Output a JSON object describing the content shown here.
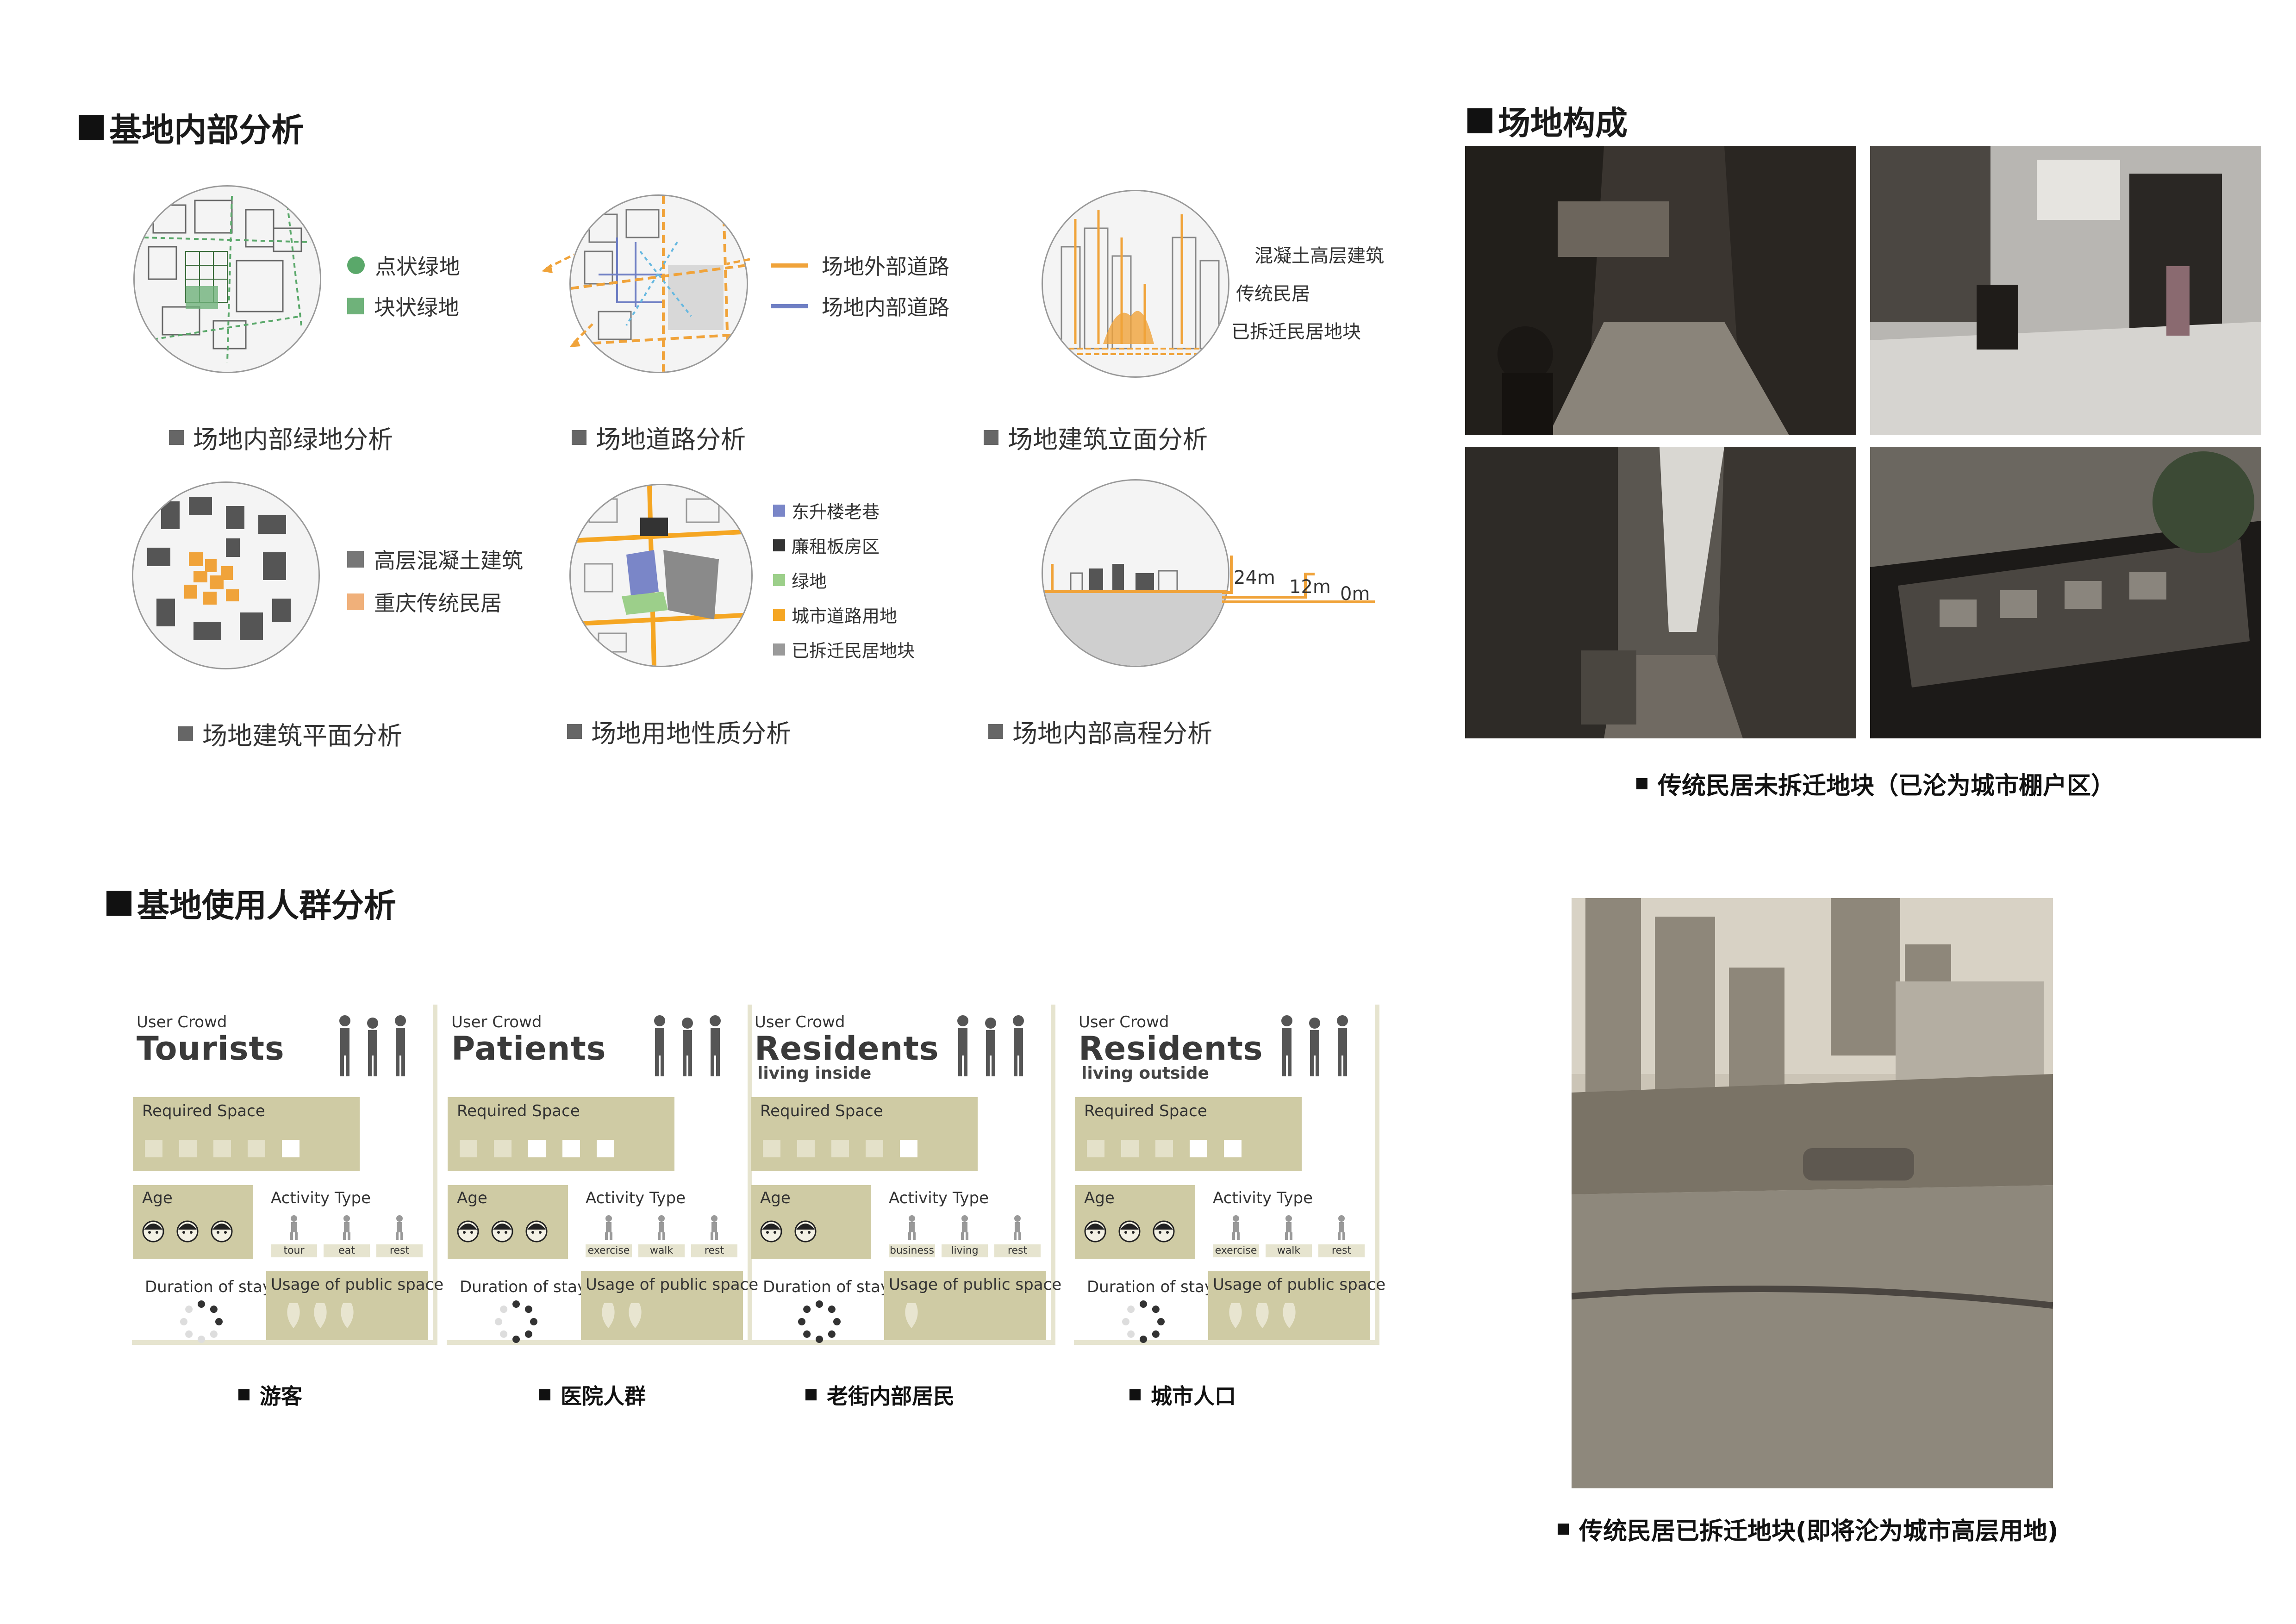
{
  "sections": {
    "internal_analysis": "基地内部分析",
    "site_composition": "场地构成",
    "crowd_analysis": "基地使用人群分析"
  },
  "diagrams": {
    "green": {
      "caption": "场地内部绿地分析",
      "legend": [
        {
          "label": "点状绿地",
          "color": "#5aa86a"
        },
        {
          "label": "块状绿地",
          "color": "#6fb27a"
        }
      ]
    },
    "road": {
      "caption": "场地道路分析",
      "legend": [
        {
          "label": "场地外部道路",
          "color": "#f0a33a"
        },
        {
          "label": "场地内部道路",
          "color": "#6f7fc4"
        }
      ]
    },
    "elevation": {
      "caption": "场地建筑立面分析",
      "labels": [
        "混凝土高层建筑",
        "传统民居",
        "已拆迁民居地块"
      ]
    },
    "plan": {
      "caption": "场地建筑平面分析",
      "legend": [
        {
          "label": "高层混凝土建筑",
          "color": "#777777"
        },
        {
          "label": "重庆传统民居",
          "color": "#f0b07a"
        }
      ]
    },
    "landuse": {
      "caption": "场地用地性质分析",
      "legend": [
        {
          "label": "东升楼老巷",
          "color": "#7a86c8"
        },
        {
          "label": "廉租板房区",
          "color": "#333333"
        },
        {
          "label": "绿地",
          "color": "#9ccf8a"
        },
        {
          "label": "城市道路用地",
          "color": "#f5a623"
        },
        {
          "label": "已拆迁民居地块",
          "color": "#9a9a9a"
        }
      ]
    },
    "height": {
      "caption": "场地内部高程分析",
      "levels": [
        "24m",
        "12m",
        "0m"
      ]
    }
  },
  "photos": {
    "slum_caption": "传统民居未拆迁地块（已沦为城市棚户区）",
    "demolished_caption": "传统民居已拆迁地块(即将沦为城市高层用地)"
  },
  "crowds": [
    {
      "user_crowd": "User Crowd",
      "name": "Tourists",
      "sub": "",
      "required_space": "Required Space",
      "req_on": 1,
      "age": "Age",
      "faces": 3,
      "activity_type": "Activity Type",
      "activities": [
        "tour",
        "eat",
        "rest"
      ],
      "duration": "Duration of stay",
      "duration_level": 0.4,
      "usage": "Usage of public space",
      "drops": 3,
      "caption": "游客"
    },
    {
      "user_crowd": "User Crowd",
      "name": "Patients",
      "sub": "",
      "required_space": "Required Space",
      "req_on": 3,
      "age": "Age",
      "faces": 3,
      "activity_type": "Activity Type",
      "activities": [
        "exercise",
        "walk",
        "rest"
      ],
      "duration": "Duration of stay",
      "duration_level": 0.6,
      "usage": "Usage of public space",
      "drops": 2,
      "caption": "医院人群"
    },
    {
      "user_crowd": "User Crowd",
      "name": "Residents",
      "sub": "living inside",
      "required_space": "Required Space",
      "req_on": 1,
      "age": "Age",
      "faces": 2,
      "activity_type": "Activity Type",
      "activities": [
        "business",
        "living",
        "rest"
      ],
      "duration": "Duration of stay",
      "duration_level": 1.0,
      "usage": "Usage of public space",
      "drops": 1,
      "caption": "老街内部居民"
    },
    {
      "user_crowd": "User Crowd",
      "name": "Residents",
      "sub": "living outside",
      "required_space": "Required Space",
      "req_on": 2,
      "age": "Age",
      "faces": 3,
      "activity_type": "Activity Type",
      "activities": [
        "exercise",
        "walk",
        "rest"
      ],
      "duration": "Duration of stay",
      "duration_level": 0.6,
      "usage": "Usage of public space",
      "drops": 3,
      "caption": "城市人口"
    }
  ]
}
